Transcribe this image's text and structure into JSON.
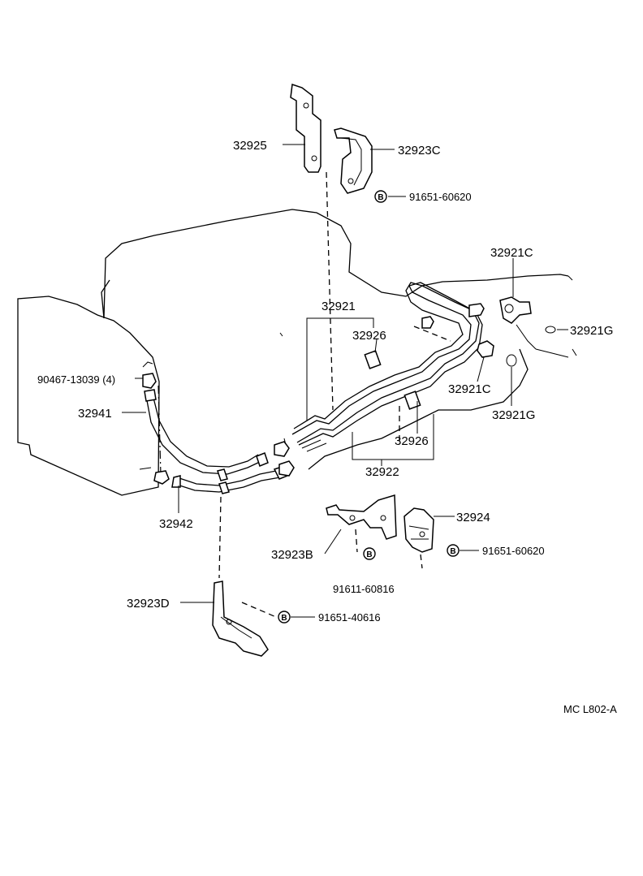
{
  "diagram": {
    "catalog_code": "MC L802-A",
    "callouts": [
      {
        "id": "c1",
        "text": "32925"
      },
      {
        "id": "c2",
        "text": "32923C"
      },
      {
        "id": "c3",
        "text": "91651-60620"
      },
      {
        "id": "c4",
        "text": "32921C"
      },
      {
        "id": "c5",
        "text": "32921G"
      },
      {
        "id": "c6",
        "text": "32921"
      },
      {
        "id": "c7",
        "text": "32926"
      },
      {
        "id": "c8",
        "text": "32921C"
      },
      {
        "id": "c9",
        "text": "32921G"
      },
      {
        "id": "c10",
        "text": "90467-13039 (4)"
      },
      {
        "id": "c11",
        "text": "32941"
      },
      {
        "id": "c12",
        "text": "32926"
      },
      {
        "id": "c13",
        "text": "32922"
      },
      {
        "id": "c14",
        "text": "32942"
      },
      {
        "id": "c15",
        "text": "32924"
      },
      {
        "id": "c16",
        "text": "32923B"
      },
      {
        "id": "c17",
        "text": "91651-60620"
      },
      {
        "id": "c18",
        "text": "91611-60816"
      },
      {
        "id": "c19",
        "text": "32923D"
      },
      {
        "id": "c20",
        "text": "91651-40616"
      }
    ],
    "bolt_symbol": "B"
  }
}
